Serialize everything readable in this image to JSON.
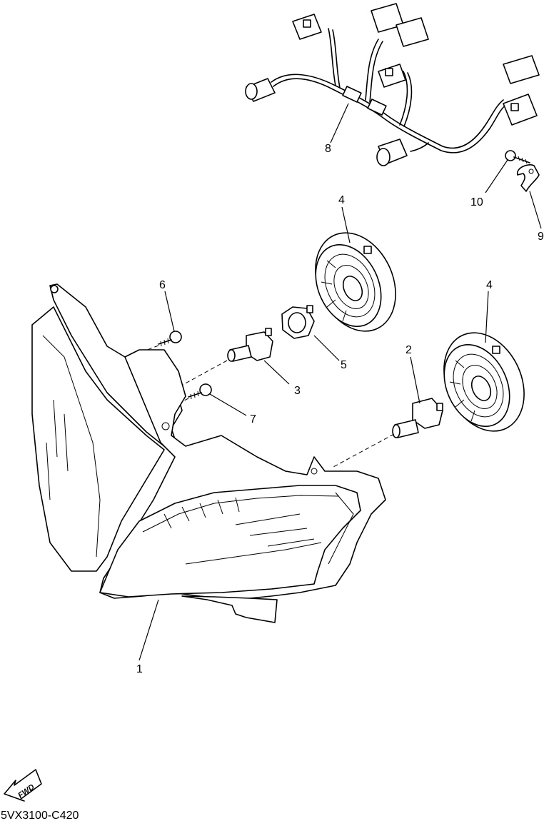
{
  "callouts": {
    "c1": "1",
    "c2": "2",
    "c3": "3",
    "c4a": "4",
    "c4b": "4",
    "c5": "5",
    "c6": "6",
    "c7": "7",
    "c8": "8",
    "c9": "9",
    "c10": "10"
  },
  "fwd_label": "FWD",
  "diagram_code": "5VX3100-C420"
}
